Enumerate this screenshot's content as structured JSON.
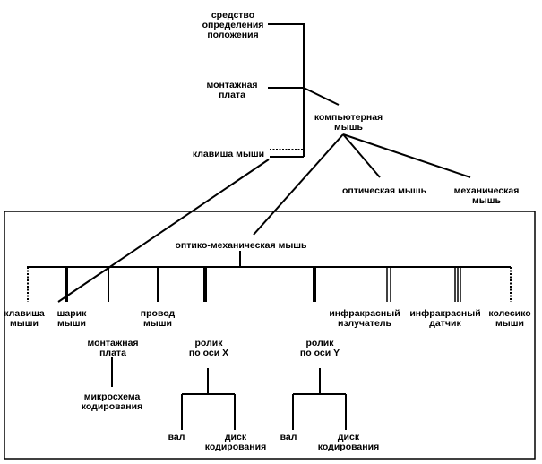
{
  "labels": {
    "position_device": [
      "средство",
      "определения",
      "положения"
    ],
    "mounting_board_top": [
      "монтажная",
      "плата"
    ],
    "computer_mouse": [
      "компьютерная",
      "мышь"
    ],
    "mouse_button_top": [
      "клавиша мыши"
    ],
    "optical_mouse": [
      "оптическая мышь"
    ],
    "mechanical_mouse": [
      "механическая",
      "мышь"
    ],
    "optomechanical_mouse": [
      "оптико-механическая мышь"
    ],
    "mouse_button": [
      "клавиша",
      "мыши"
    ],
    "mouse_ball": [
      "шарик",
      "мыши"
    ],
    "mouse_wire": [
      "провод",
      "мыши"
    ],
    "ir_emitter": [
      "инфракрасный",
      "излучатель"
    ],
    "ir_sensor": [
      "инфракрасный",
      "датчик"
    ],
    "mouse_wheel": [
      "колесико",
      "мыши"
    ],
    "mounting_board": [
      "монтажная",
      "плата"
    ],
    "roller_x": [
      "ролик",
      "по оси X"
    ],
    "roller_y": [
      "ролик",
      "по оси Y"
    ],
    "encoding_chip": [
      "микросхема",
      "кодирования"
    ],
    "shaft_x": [
      "вал"
    ],
    "disk_x": [
      "диск",
      "кодирования"
    ],
    "shaft_y": [
      "вал"
    ],
    "disk_y": [
      "диск",
      "кодирования"
    ]
  }
}
